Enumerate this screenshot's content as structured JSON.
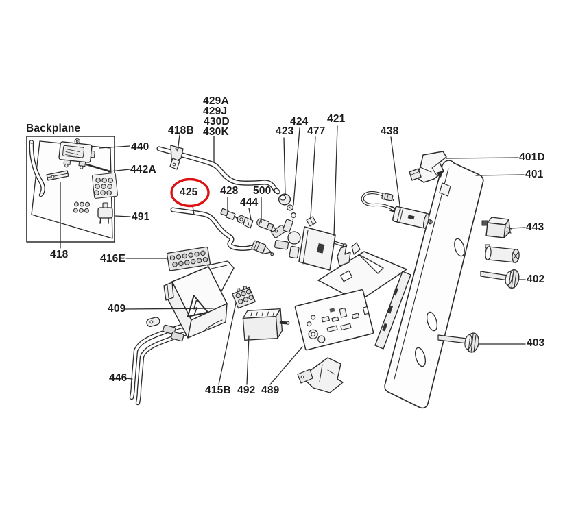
{
  "diagram": {
    "kind": "exploded parts diagram",
    "region_title": "Backplane",
    "highlighted_part": "425",
    "colors": {
      "background": "#ffffff",
      "line": "#2b2b2b",
      "label_text": "#1b1b1b",
      "highlight": "#dd1111"
    },
    "labels": {
      "backplane": "Backplane",
      "p418": "418",
      "p440": "440",
      "p442A": "442A",
      "p491": "491",
      "p416E": "416E",
      "p429A": "429A",
      "p429J": "429J",
      "p430D": "430D",
      "p430K": "430K",
      "p418B": "418B",
      "p425": "425",
      "p428": "428",
      "p444": "444",
      "p500": "500",
      "p423": "423",
      "p424": "424",
      "p477": "477",
      "p421": "421",
      "p438": "438",
      "p401D": "401D",
      "p401": "401",
      "p443": "443",
      "p402": "402",
      "p403": "403",
      "p409": "409",
      "p446": "446",
      "p415B": "415B",
      "p492": "492",
      "p489": "489"
    }
  }
}
